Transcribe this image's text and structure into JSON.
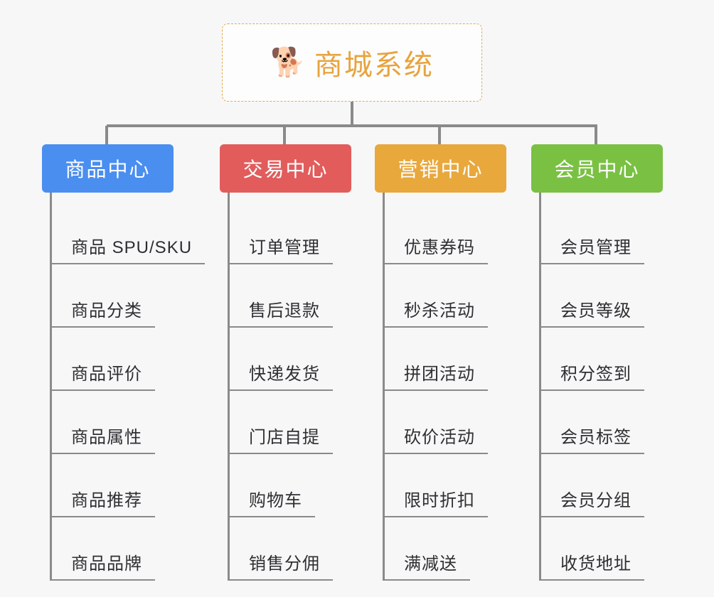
{
  "page": {
    "background": "#f7f7f7",
    "line_color": "#8a8a8a"
  },
  "root": {
    "icon": "shiba-dog-emoji",
    "emoji": "🐕",
    "title": "商城系统",
    "border_color": "#e9a84a",
    "title_color": "#e8a33d"
  },
  "branches": [
    {
      "key": "product",
      "label": "商品中心",
      "color": "#4a8ef0",
      "items": [
        "商品 SPU/SKU",
        "商品分类",
        "商品评价",
        "商品属性",
        "商品推荐",
        "商品品牌"
      ]
    },
    {
      "key": "trade",
      "label": "交易中心",
      "color": "#e25c5c",
      "items": [
        "订单管理",
        "售后退款",
        "快递发货",
        "门店自提",
        "购物车",
        "销售分佣"
      ]
    },
    {
      "key": "marketing",
      "label": "营销中心",
      "color": "#e9a83c",
      "items": [
        "优惠券码",
        "秒杀活动",
        "拼团活动",
        "砍价活动",
        "限时折扣",
        "满减送"
      ]
    },
    {
      "key": "member",
      "label": "会员中心",
      "color": "#7ac143",
      "items": [
        "会员管理",
        "会员等级",
        "积分签到",
        "会员标签",
        "会员分组",
        "收货地址"
      ]
    }
  ]
}
